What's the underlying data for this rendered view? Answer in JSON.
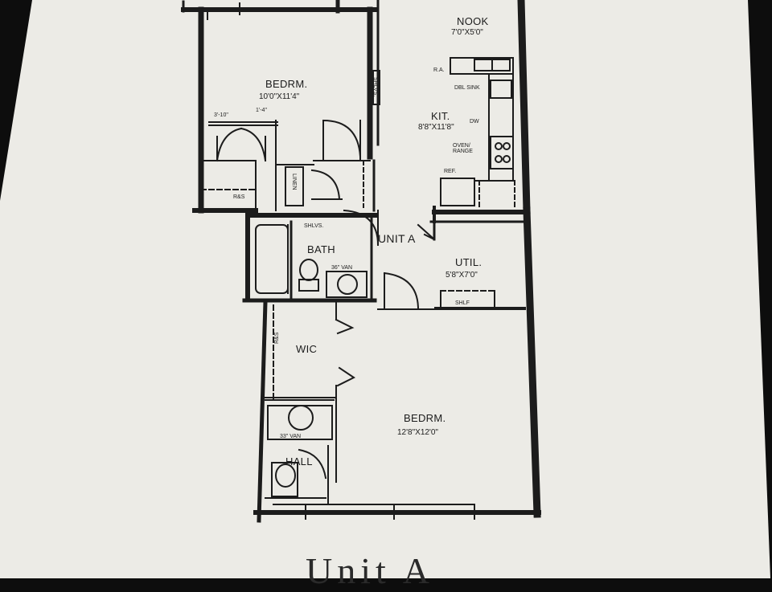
{
  "title": "Unit A",
  "unit_label": "UNIT A",
  "rooms": {
    "nook": {
      "name": "NOOK",
      "size": "7'0\"X5'0\""
    },
    "bedroom1": {
      "name": "BEDRM.",
      "size": "10'0\"X11'4\""
    },
    "kitchen": {
      "name": "KIT.",
      "size": "8'8\"X11'8\""
    },
    "bath": {
      "name": "BATH"
    },
    "util": {
      "name": "UTIL.",
      "size": "5'8\"X7'0\""
    },
    "wic": {
      "name": "WIC"
    },
    "bedroom2": {
      "name": "BEDRM.",
      "size": "12'8\"X12'0\""
    },
    "hall": {
      "name": "HALL"
    }
  },
  "fixtures": {
    "ra": "R.A.",
    "dbl_sink": "DBL SINK",
    "dw": "DW",
    "oven_range": "OVEN/ RANGE",
    "ref": "REF.",
    "shlvs": "SHLVS.",
    "van36": "36\" VAN",
    "van33": "33\" VAN",
    "shlf": "SHLF",
    "linen": "LINEN",
    "rs_left": "R&S",
    "rs_wic": "R&S",
    "shlvs_side": "SHLVS.",
    "dim_closet1": "3'-10\"",
    "dim_closet2": "1'-4\""
  },
  "colors": {
    "paper": "#ecebe6",
    "background": "#0d0d0d",
    "ink": "#1c1c1c"
  }
}
